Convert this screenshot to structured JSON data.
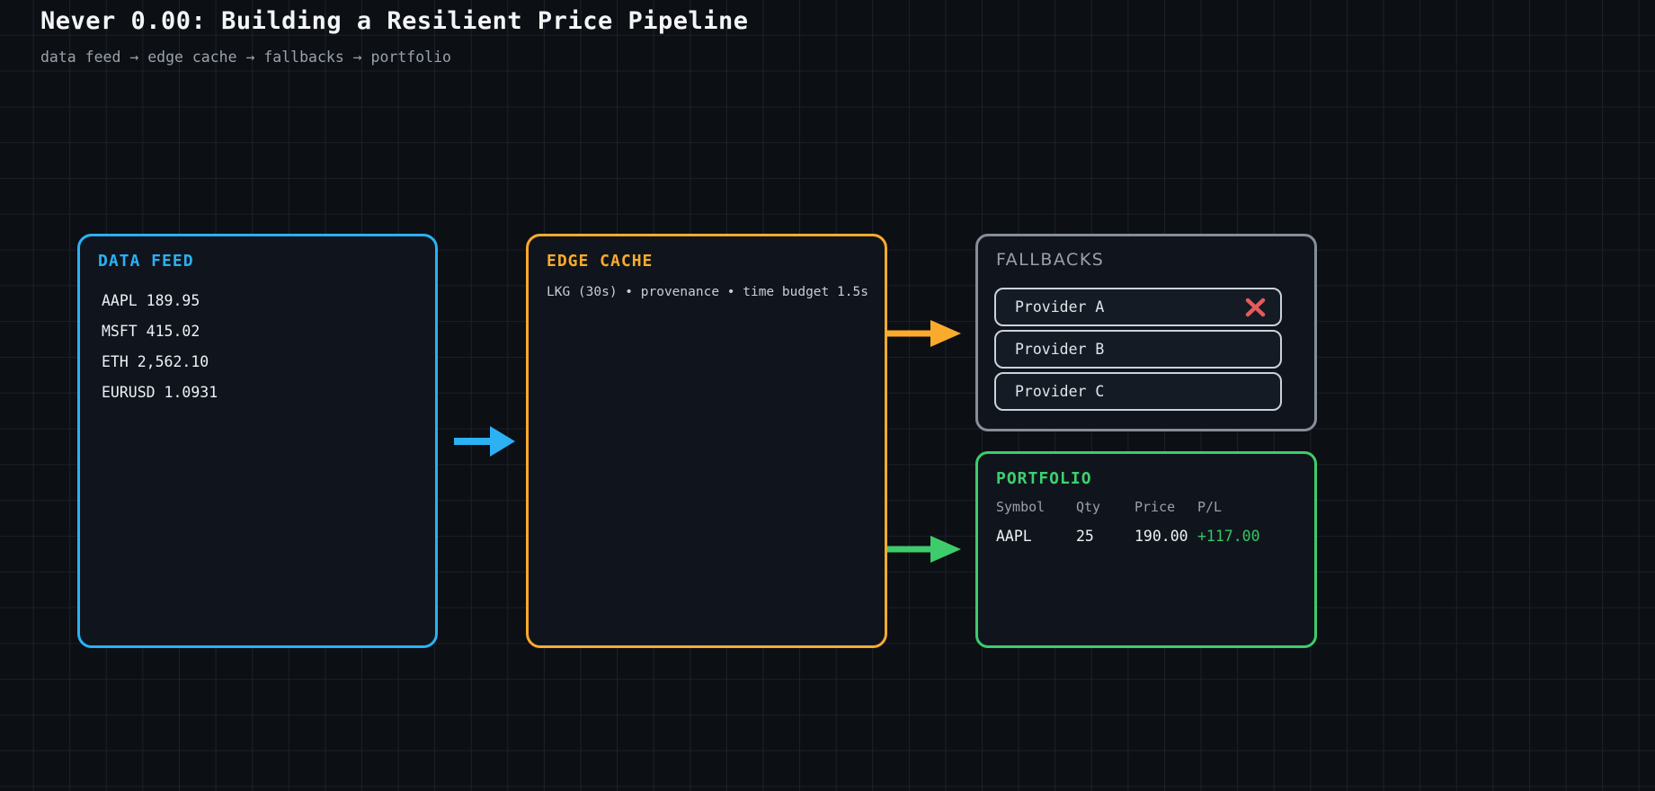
{
  "page": {
    "title": "Never 0.00: Building a Resilient Price Pipeline",
    "subtitle": "data feed → edge cache → fallbacks → portfolio"
  },
  "colors": {
    "background": "#0c0f14",
    "grid_line": "#1d222a",
    "panel_fill": "#10151d",
    "accent_blue": "#2bb1f4",
    "accent_orange": "#fbab2c",
    "accent_green": "#3ecb6c",
    "panel_border_gray": "#878e98",
    "provider_border": "#ccd2da",
    "error_red": "#e25c5c",
    "text_primary": "#eef1f4",
    "text_muted": "#9aa2ab",
    "pl_green": "#35c763"
  },
  "data_feed": {
    "title": "DATA FEED",
    "quotes": [
      "AAPL 189.95",
      "MSFT 415.02",
      "ETH 2,562.10",
      "EURUSD 1.0931"
    ]
  },
  "edge_cache": {
    "title": "EDGE CACHE",
    "subtitle": "LKG (30s) • provenance • time budget 1.5s"
  },
  "fallbacks": {
    "title": "FALLBACKS",
    "providers": [
      {
        "label": "Provider A",
        "status": "failed"
      },
      {
        "label": "Provider B",
        "status": "ok"
      },
      {
        "label": "Provider C",
        "status": "ok"
      }
    ]
  },
  "portfolio": {
    "title": "PORTFOLIO",
    "headers": [
      "Symbol",
      "Qty",
      "Price",
      "P/L"
    ],
    "rows": [
      {
        "symbol": "AAPL",
        "qty": "25",
        "price": "190.00",
        "pl": "+117.00"
      }
    ]
  }
}
